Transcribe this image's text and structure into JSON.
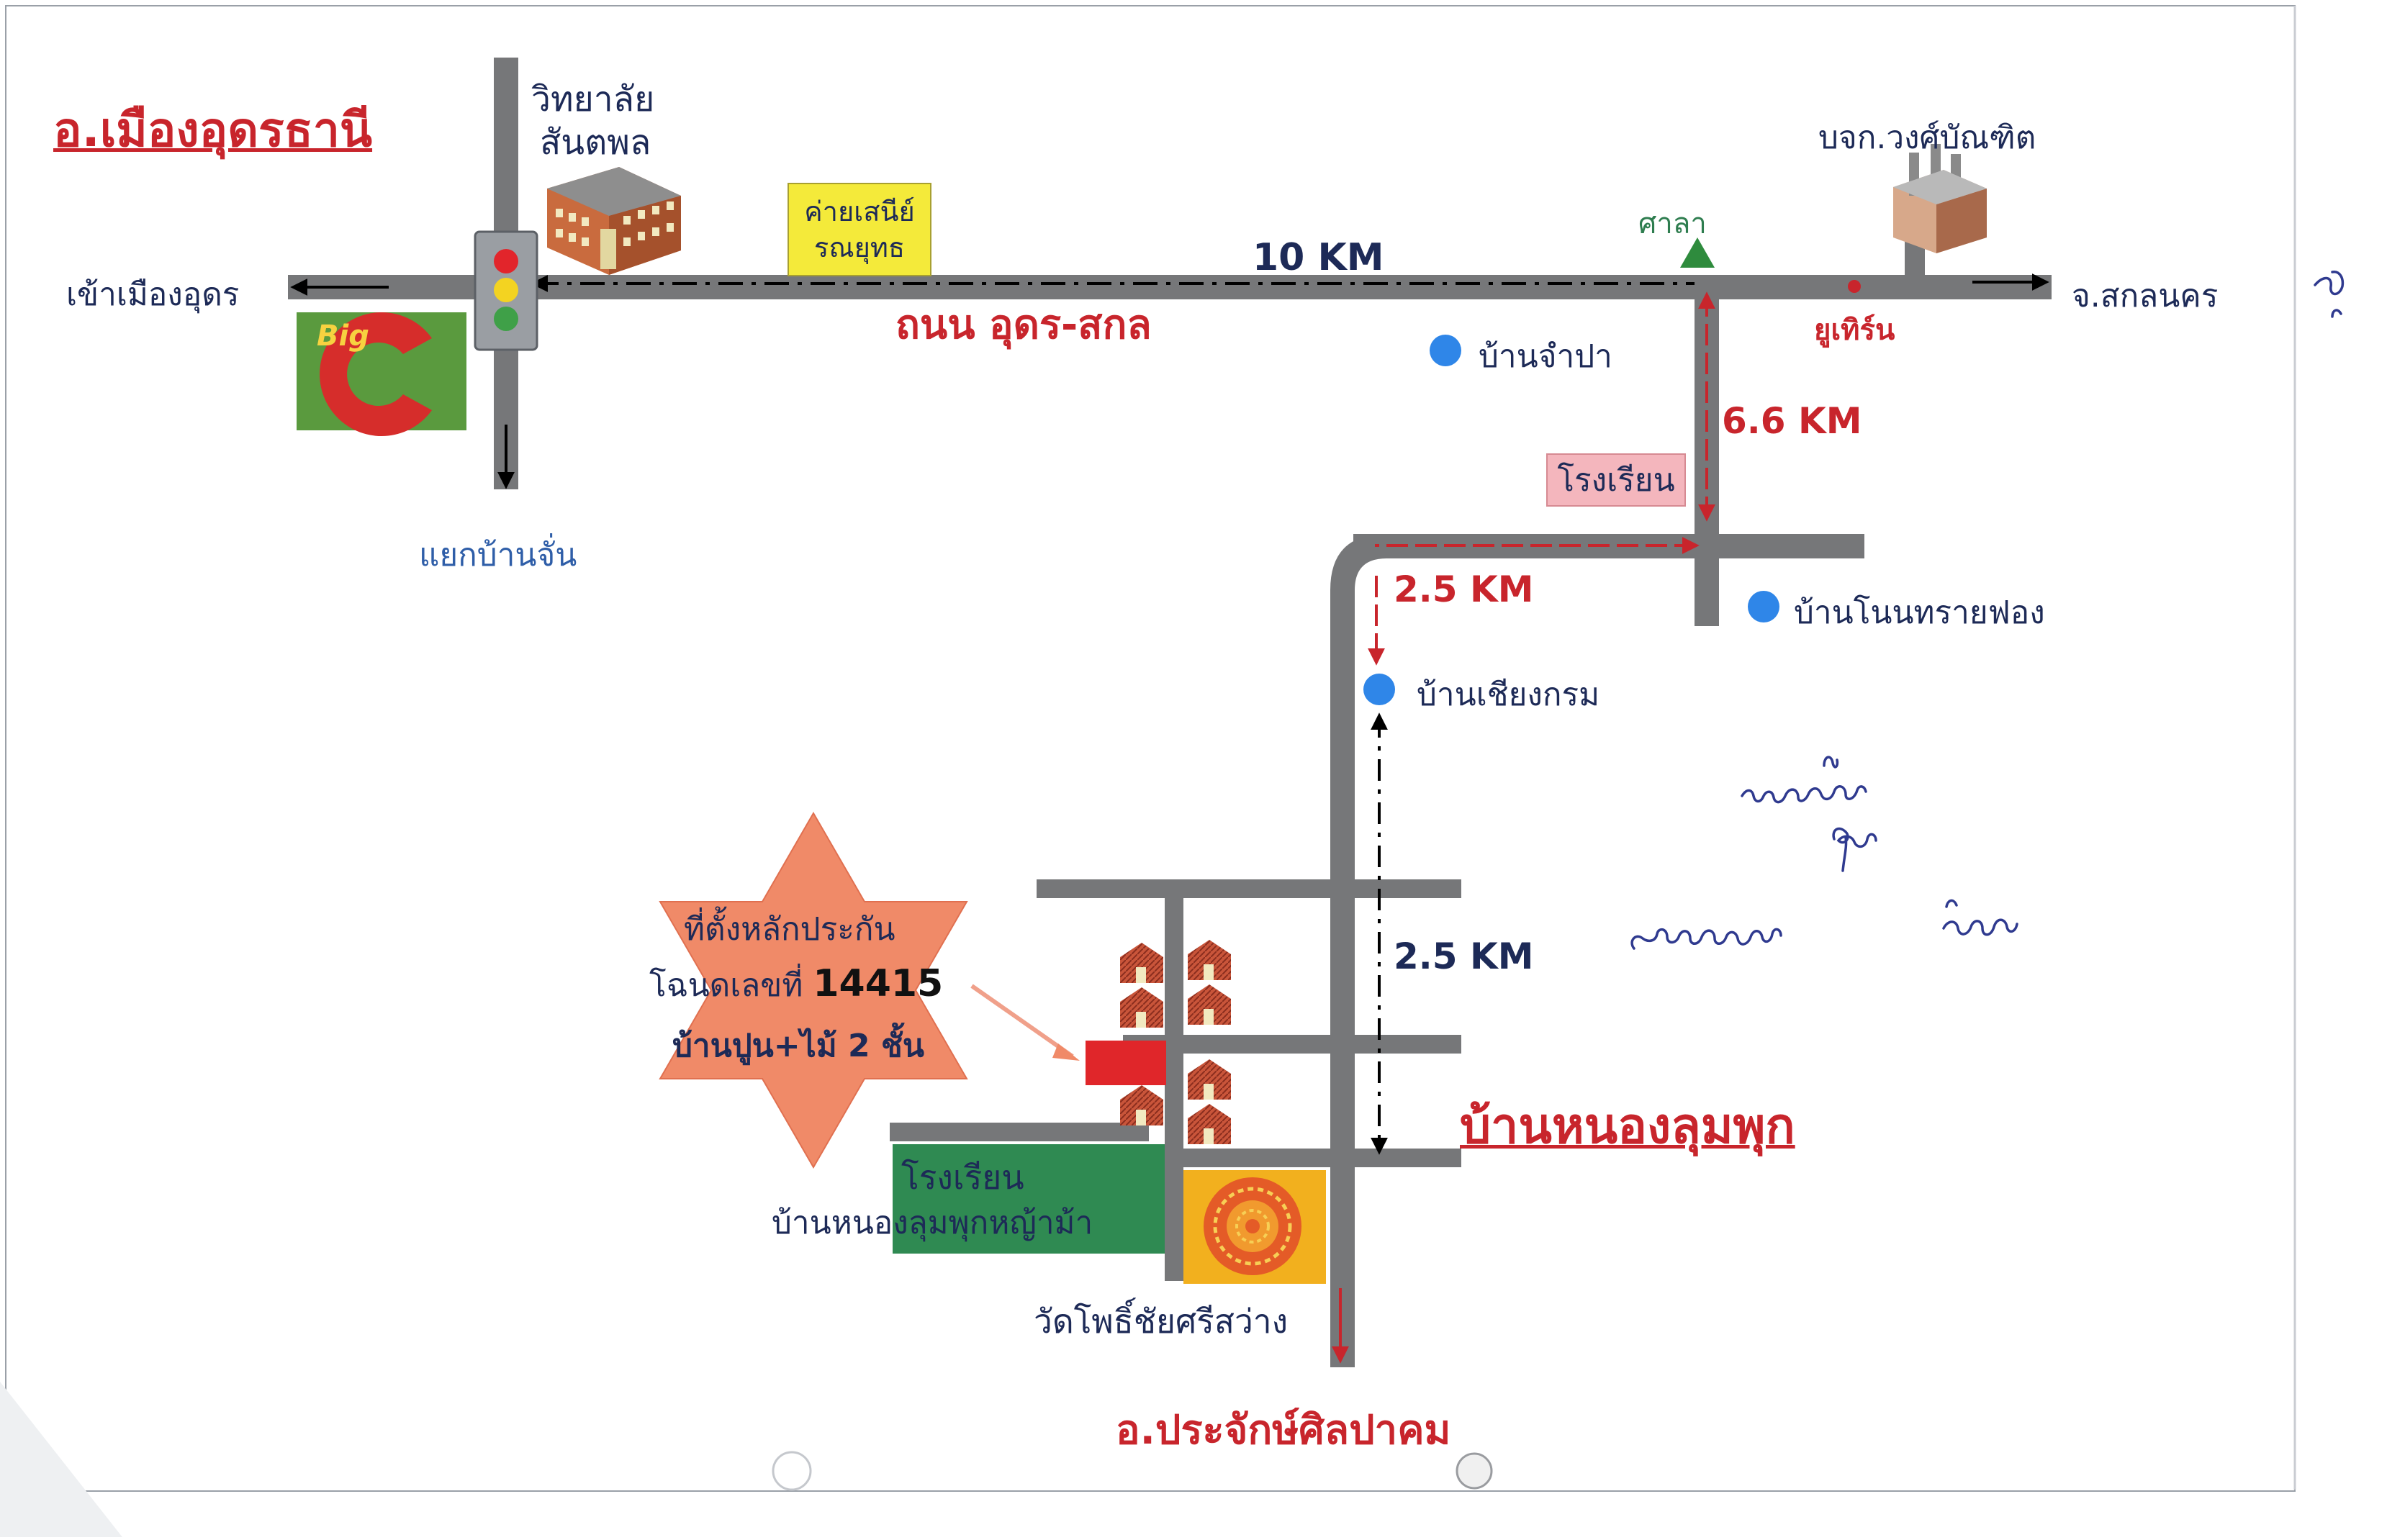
{
  "title": "อ.เมืองอุดรธานี",
  "landmarks": {
    "college_line1": "วิทยาลัย",
    "college_line2": "สันตพล",
    "camp_line1": "ค่ายเสนีย์",
    "camp_line2": "รณยุทธ",
    "company": "บจก.วงศ์บัณฑิต",
    "sala": "ศาลา",
    "uturn": "ยูเทิร์น",
    "school_1": "โรงเรียน",
    "school_2_line1": "โรงเรียน",
    "school_2_line2": "บ้านหนองลุมพุกหญ้าม้า",
    "temple": "วัดโพธิ์ชัยศรีสว่าง",
    "bigc": "Big"
  },
  "roads": {
    "main_road": "ถนน อุดร-สกล",
    "to_udon": "เข้าเมืองอุดร",
    "to_sakon": "จ.สกลนคร",
    "junction": "แยกบ้านจั่น",
    "to_prachak": "อ.ประจักษ์ศิลปาคม"
  },
  "villages": {
    "champa": "บ้านจำปา",
    "non_sai_fong": "บ้านโนนทรายฟอง",
    "chiang_krom": "บ้านเชียงกรม",
    "nong_lum_phuk": "บ้านหนองลุมพุก"
  },
  "distances": {
    "d1": "10 KM",
    "d2": "6.6 KM",
    "d3": "2.5 KM",
    "d4": "2.5 KM"
  },
  "callout": {
    "line1": "ที่ตั้งหลักประกัน",
    "line2_prefix": "โฉนดเลขที่ ",
    "deed_number": "14415",
    "line3": "บ้านปูน+ไม้ 2 ชั้น"
  },
  "colors": {
    "road": "#767779",
    "route": "#c8252c",
    "title_red": "#c8252c",
    "village_dot": "#2f86e8",
    "star": "#f08a68",
    "school_green": "#2f8a52",
    "temple_bg": "#f2b01e",
    "camp_yellow": "#f4ea3a",
    "school_pink": "#f4b6bd",
    "bigc_green": "#5a9a3e"
  }
}
